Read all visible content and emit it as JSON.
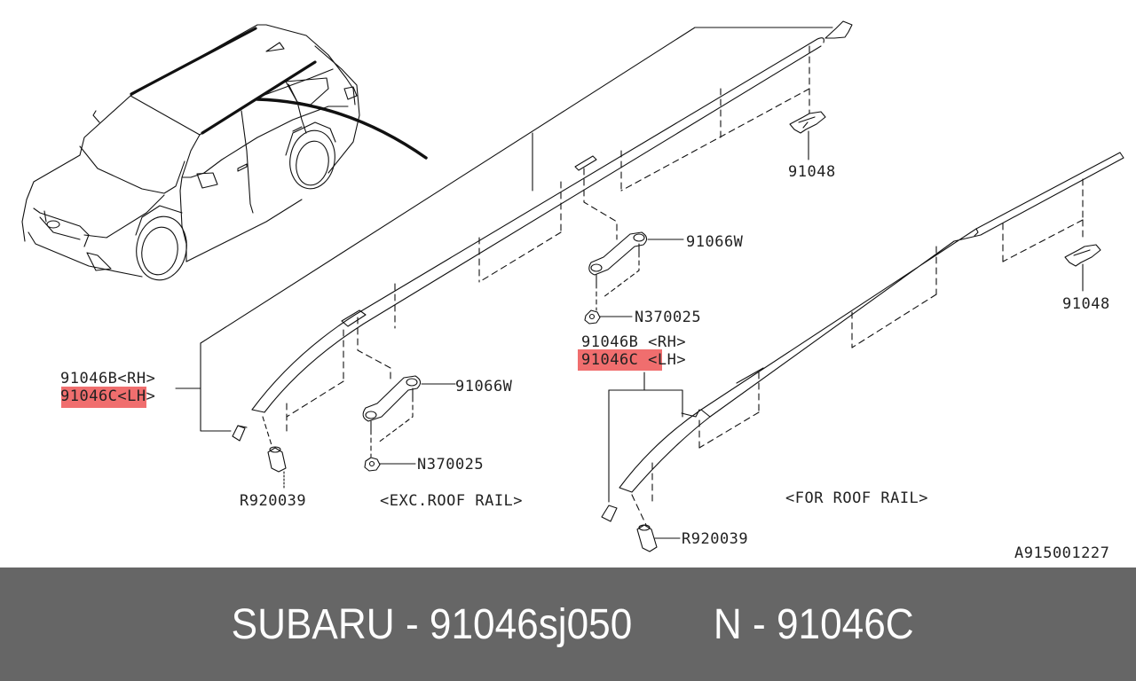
{
  "diagram": {
    "highlight_color": "#f06e6e",
    "line_color": "#111111",
    "labels": {
      "left_rh": "91046B<RH>",
      "left_lh": "91046C<LH>",
      "mid_rh": "91046B <RH>",
      "mid_lh": "91046C <LH>",
      "bracket_upper": "91066W",
      "nut_upper": "N370025",
      "bracket_lower": "91066W",
      "nut_lower": "N370025",
      "clip_upper": "91048",
      "clip_right": "91048",
      "fastener_left": "R920039",
      "fastener_right": "R920039",
      "variant_exc": "<EXC.ROOF RAIL>",
      "variant_for": "<FOR ROOF RAIL>",
      "drawing_id": "A915001227"
    },
    "highlighted_parts": [
      "91046C"
    ]
  },
  "footer": {
    "brand_part": "SUBARU - 91046sj050",
    "oem_part": "N - 91046C",
    "background": "#666666"
  }
}
